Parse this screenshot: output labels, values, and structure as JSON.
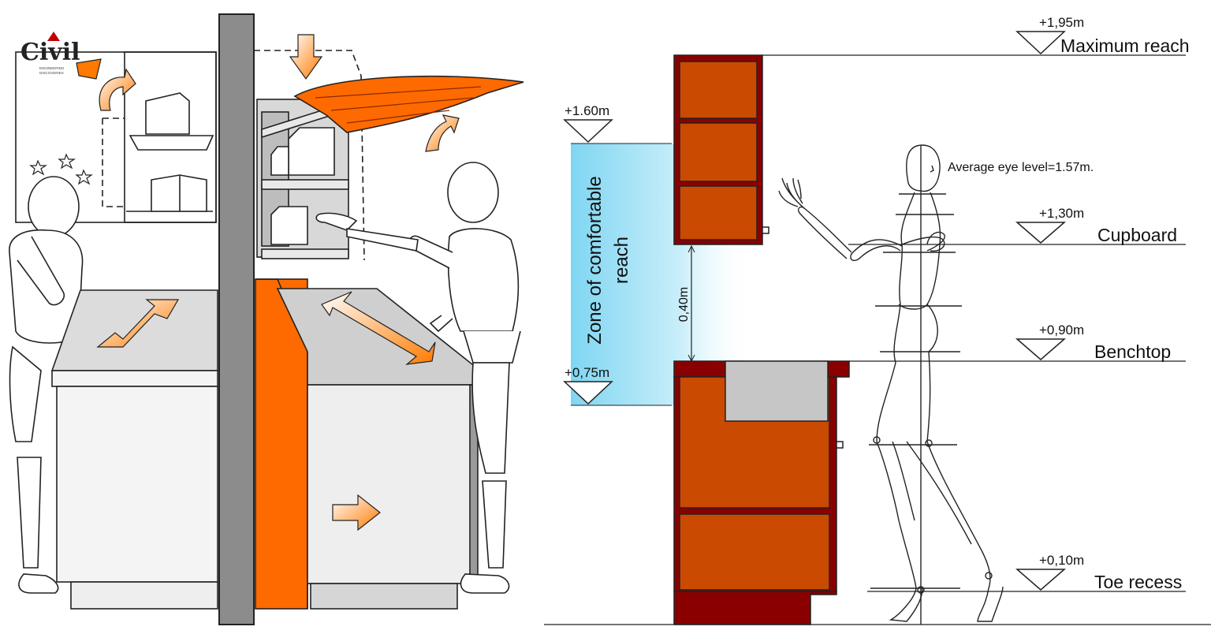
{
  "logo": {
    "text": "Civil",
    "subtitle_line1": "ENGINEERING",
    "subtitle_line2": "DISCOVERIES"
  },
  "levels": [
    {
      "value": "+1,95m",
      "label": "Maximum reach"
    },
    {
      "value": "+1,30m",
      "label": "Cupboard"
    },
    {
      "value": "+0,90m",
      "label": "Benchtop"
    },
    {
      "value": "+0,10m",
      "label": "Toe recess"
    }
  ],
  "comfort_zone": {
    "top": "+1.60m",
    "bottom": "+0,75m",
    "caption_line1": "Zone of comfortable",
    "caption_line2": "reach"
  },
  "gap_dimension": "0,40m",
  "eye_level": "Average eye level=1.57m.",
  "colors": {
    "cabinet_frame": "#8a0000",
    "cabinet_panel": "#c94a00",
    "orange": "#ff6600",
    "zone": "#8fdcf4"
  }
}
